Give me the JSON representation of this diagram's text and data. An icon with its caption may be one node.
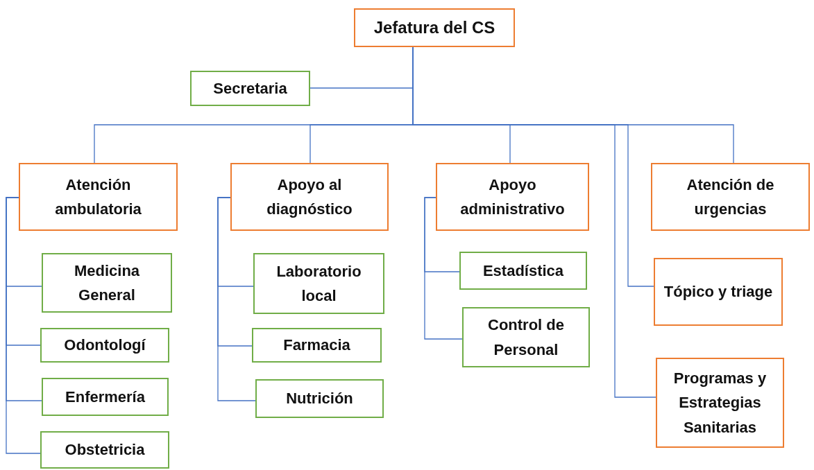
{
  "diagram": {
    "nodes": [
      {
        "text": [
          "Jefatura del CS"
        ]
      },
      {
        "text": [
          "Secretaria"
        ]
      },
      {
        "text": [
          "Atención ambulatoria"
        ]
      },
      {
        "text": [
          "Apoyo al diagnóstico"
        ]
      },
      {
        "text": [
          "Apoyo administrativo"
        ]
      },
      {
        "text": [
          "Atención de urgencias"
        ]
      },
      {
        "text": [
          "Medicina General"
        ]
      },
      {
        "text": [
          "Odontologí"
        ]
      },
      {
        "text": [
          "Enfermería"
        ]
      },
      {
        "text": [
          "Obstetricia"
        ]
      },
      {
        "text": [
          "Laboratorio local"
        ]
      },
      {
        "text": [
          "Farmacia"
        ]
      },
      {
        "text": [
          "Nutrición"
        ]
      },
      {
        "text": [
          "Estadística"
        ]
      },
      {
        "text": [
          "Control de Personal"
        ]
      },
      {
        "text": [
          "Tópico y triage"
        ]
      },
      {
        "text": [
          "Programas y Estrategias Sanitarias"
        ]
      }
    ],
    "edges": [
      {
        "from": 0,
        "to": 1,
        "arrow": "none"
      },
      {
        "from": 0,
        "to": 2,
        "arrow": "none"
      },
      {
        "from": 0,
        "to": 3,
        "arrow": "none"
      },
      {
        "from": 0,
        "to": 4,
        "arrow": "none"
      },
      {
        "from": 0,
        "to": 5,
        "arrow": "none"
      },
      {
        "from": 0,
        "to": 15,
        "arrow": "none"
      },
      {
        "from": 0,
        "to": 16,
        "arrow": "none"
      },
      {
        "from": 2,
        "to": 6,
        "arrow": "none"
      },
      {
        "from": 2,
        "to": 7,
        "arrow": "none"
      },
      {
        "from": 2,
        "to": 8,
        "arrow": "none"
      },
      {
        "from": 2,
        "to": 9,
        "arrow": "none"
      },
      {
        "from": 3,
        "to": 10,
        "arrow": "none"
      },
      {
        "from": 3,
        "to": 11,
        "arrow": "none"
      },
      {
        "from": 3,
        "to": 12,
        "arrow": "none"
      },
      {
        "from": 4,
        "to": 13,
        "arrow": "none"
      },
      {
        "from": 4,
        "to": 14,
        "arrow": "none"
      }
    ]
  }
}
